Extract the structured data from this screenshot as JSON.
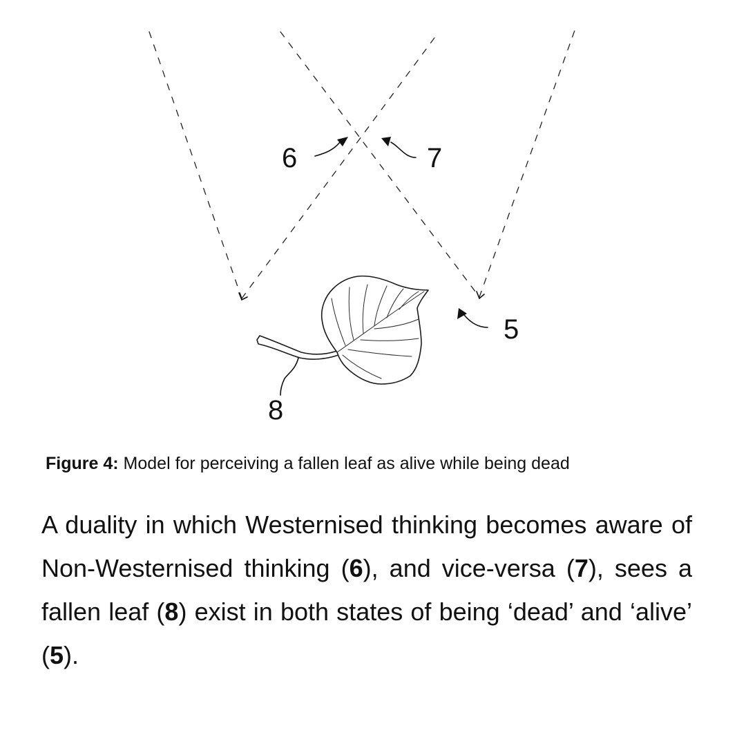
{
  "figure": {
    "labels": {
      "six": "6",
      "seven": "7",
      "five": "5",
      "eight": "8"
    }
  },
  "caption": {
    "label": "Figure 4:",
    "text": "Model for perceiving a fallen leaf as alive while being dead"
  },
  "paragraph": {
    "part1": "A duality in which Westernised thinking becomes aware of Non-Westernised thinking (",
    "ref1": "6",
    "part2": "), and vice-versa (",
    "ref2": "7",
    "part3": "), sees a fallen leaf (",
    "ref3": "8",
    "part4": ") exist in both states of being ‘dead’ and ‘alive’ (",
    "ref4": "5",
    "part5": ")."
  }
}
